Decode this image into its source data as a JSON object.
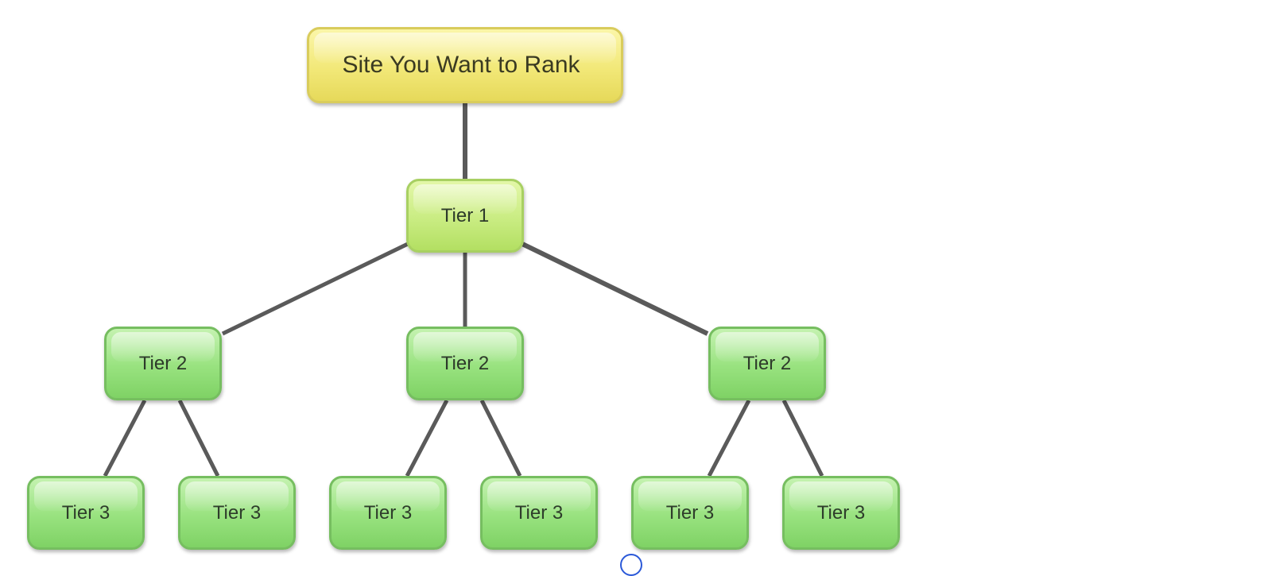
{
  "diagram": {
    "title": "Link tier pyramid",
    "root": {
      "label": "Site You Want to Rank"
    },
    "tier1": {
      "label": "Tier 1"
    },
    "tier2": [
      {
        "label": "Tier 2"
      },
      {
        "label": "Tier 2"
      },
      {
        "label": "Tier 2"
      }
    ],
    "tier3": [
      {
        "label": "Tier 3"
      },
      {
        "label": "Tier 3"
      },
      {
        "label": "Tier 3"
      },
      {
        "label": "Tier 3"
      },
      {
        "label": "Tier 3"
      },
      {
        "label": "Tier 3"
      }
    ]
  },
  "colors": {
    "connector": "#5a5a5a",
    "root_fill": "#f2e878",
    "tier1_fill": "#c9ec82",
    "tier_fill": "#98e27f"
  }
}
